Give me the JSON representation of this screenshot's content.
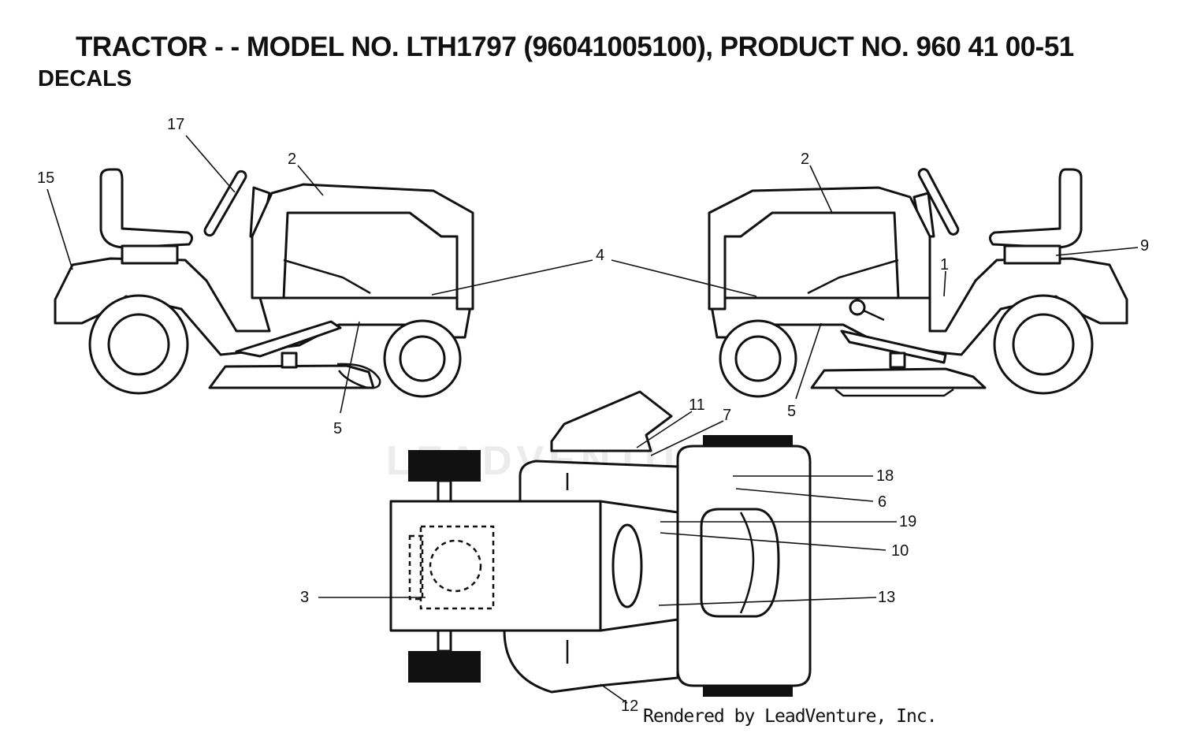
{
  "header": {
    "title": "TRACTOR - - MODEL NO. LTH1797 (96041005100), PRODUCT NO. 960 41 00-51",
    "subtitle": "DECALS"
  },
  "watermark": "LEADVENTURE",
  "footer": "Rendered by LeadVenture, Inc.",
  "callouts": {
    "c15": "15",
    "c17": "17",
    "c2_left": "2",
    "c4": "4",
    "c5_left": "5",
    "c2_right": "2",
    "c1": "1",
    "c9": "9",
    "c5_right": "5",
    "c11": "11",
    "c7": "7",
    "c18": "18",
    "c6": "6",
    "c19": "19",
    "c10": "10",
    "c13": "13",
    "c3": "3",
    "c12": "12"
  }
}
